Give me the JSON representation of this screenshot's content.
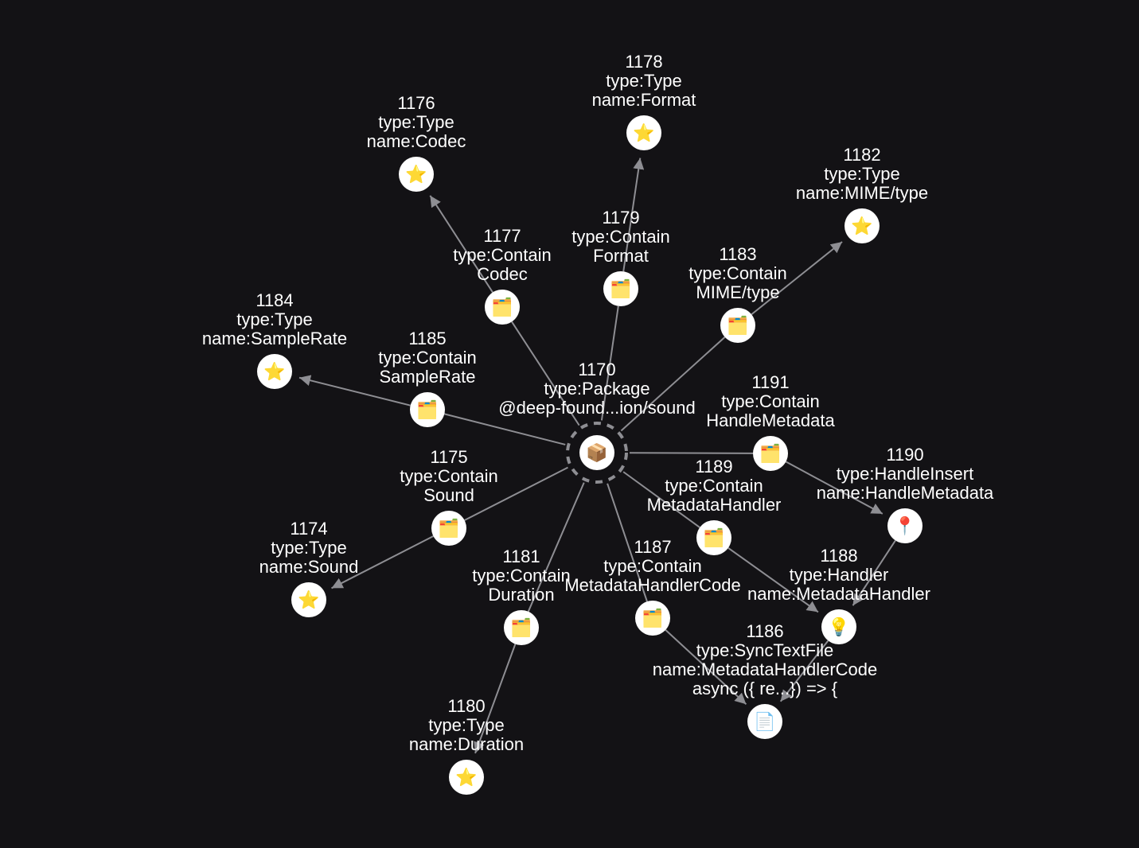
{
  "colors": {
    "background": "#131215",
    "edge": "#8e8e93",
    "node_fill": "#ffffff",
    "label": "#ffffff"
  },
  "nodes": [
    {
      "id": "1170",
      "lines": [
        "1170",
        "type:Package",
        "@deep-found...ion/sound"
      ],
      "icon": "package-icon",
      "glyph": "📦",
      "focused": true
    },
    {
      "id": "1178",
      "lines": [
        "1178",
        "type:Type",
        "name:Format"
      ],
      "icon": "star-icon",
      "glyph": "⭐"
    },
    {
      "id": "1176",
      "lines": [
        "1176",
        "type:Type",
        "name:Codec"
      ],
      "icon": "star-icon",
      "glyph": "⭐"
    },
    {
      "id": "1182",
      "lines": [
        "1182",
        "type:Type",
        "name:MIME/type"
      ],
      "icon": "star-icon",
      "glyph": "⭐"
    },
    {
      "id": "1179",
      "lines": [
        "1179",
        "type:Contain",
        "Format"
      ],
      "icon": "folder-icon",
      "glyph": "🗂️"
    },
    {
      "id": "1177",
      "lines": [
        "1177",
        "type:Contain",
        "Codec"
      ],
      "icon": "folder-icon",
      "glyph": "🗂️"
    },
    {
      "id": "1183",
      "lines": [
        "1183",
        "type:Contain",
        "MIME/type"
      ],
      "icon": "folder-icon",
      "glyph": "🗂️"
    },
    {
      "id": "1184",
      "lines": [
        "1184",
        "type:Type",
        "name:SampleRate"
      ],
      "icon": "star-icon",
      "glyph": "⭐"
    },
    {
      "id": "1185",
      "lines": [
        "1185",
        "type:Contain",
        "SampleRate"
      ],
      "icon": "folder-icon",
      "glyph": "🗂️"
    },
    {
      "id": "1191",
      "lines": [
        "1191",
        "type:Contain",
        "HandleMetadata"
      ],
      "icon": "folder-icon",
      "glyph": "🗂️"
    },
    {
      "id": "1175",
      "lines": [
        "1175",
        "type:Contain",
        "Sound"
      ],
      "icon": "folder-icon",
      "glyph": "🗂️"
    },
    {
      "id": "1190",
      "lines": [
        "1190",
        "type:HandleInsert",
        "name:HandleMetadata"
      ],
      "icon": "pin-icon",
      "glyph": "📍"
    },
    {
      "id": "1189",
      "lines": [
        "1189",
        "type:Contain",
        "MetadataHandler"
      ],
      "icon": "folder-icon",
      "glyph": "🗂️"
    },
    {
      "id": "1174",
      "lines": [
        "1174",
        "type:Type",
        "name:Sound"
      ],
      "icon": "star-icon",
      "glyph": "⭐"
    },
    {
      "id": "1181",
      "lines": [
        "1181",
        "type:Contain",
        "Duration"
      ],
      "icon": "folder-icon",
      "glyph": "🗂️"
    },
    {
      "id": "1187",
      "lines": [
        "1187",
        "type:Contain",
        "MetadataHandlerCode"
      ],
      "icon": "folder-icon",
      "glyph": "🗂️"
    },
    {
      "id": "1188",
      "lines": [
        "1188",
        "type:Handler",
        "name:MetadataHandler"
      ],
      "icon": "lightbulb-icon",
      "glyph": "💡"
    },
    {
      "id": "1186",
      "lines": [
        "1186",
        "type:SyncTextFile",
        "name:MetadataHandlerCode",
        "async ({ re...}) => {"
      ],
      "icon": "document-icon",
      "glyph": "📄"
    },
    {
      "id": "1180",
      "lines": [
        "1180",
        "type:Type",
        "name:Duration"
      ],
      "icon": "star-icon",
      "glyph": "⭐"
    }
  ],
  "edges": [
    {
      "from": "1170",
      "via": "1179",
      "to": "1178"
    },
    {
      "from": "1170",
      "via": "1177",
      "to": "1176"
    },
    {
      "from": "1170",
      "via": "1183",
      "to": "1182"
    },
    {
      "from": "1170",
      "via": "1185",
      "to": "1184"
    },
    {
      "from": "1170",
      "via": "1175",
      "to": "1174"
    },
    {
      "from": "1170",
      "via": "1181",
      "to": "1180"
    },
    {
      "from": "1170",
      "via": "1187",
      "to": "1186"
    },
    {
      "from": "1170",
      "via": "1189",
      "to": "1188"
    },
    {
      "from": "1170",
      "via": "1191",
      "to": "1190"
    },
    {
      "from": "1190",
      "to": "1188"
    },
    {
      "from": "1188",
      "to": "1186"
    }
  ]
}
